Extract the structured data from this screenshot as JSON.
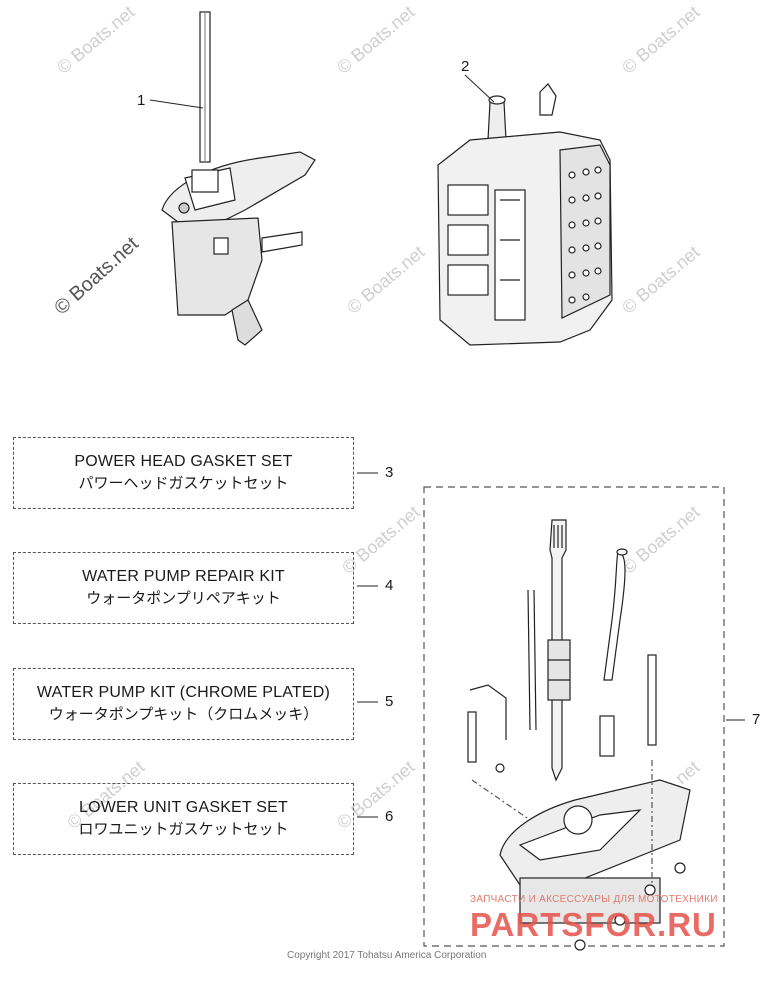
{
  "callouts": [
    "1",
    "2",
    "3",
    "4",
    "5",
    "6",
    "7"
  ],
  "kits": [
    {
      "number": "3",
      "en": "POWER HEAD GASKET SET",
      "ja": "パワーヘッドガスケットセット"
    },
    {
      "number": "4",
      "en": "WATER PUMP REPAIR KIT",
      "ja": "ウォータポンプリペアキット"
    },
    {
      "number": "5",
      "en": "WATER PUMP KIT (CHROME PLATED)",
      "ja": "ウォータポンプキット（クロムメッキ）"
    },
    {
      "number": "6",
      "en": "LOWER UNIT GASKET SET",
      "ja": "ロワユニットガスケットセット"
    }
  ],
  "watermark": "© Boats.net",
  "copyright": "Copyright 2017 Tohatsu America Corporation",
  "brand": {
    "tagline": "ЗАПЧАСТИ И АКСЕССУАРЫ ДЛЯ МОТОТЕХНИКИ",
    "logo": "PARTSFOR.RU",
    "color": "#e5534b"
  }
}
